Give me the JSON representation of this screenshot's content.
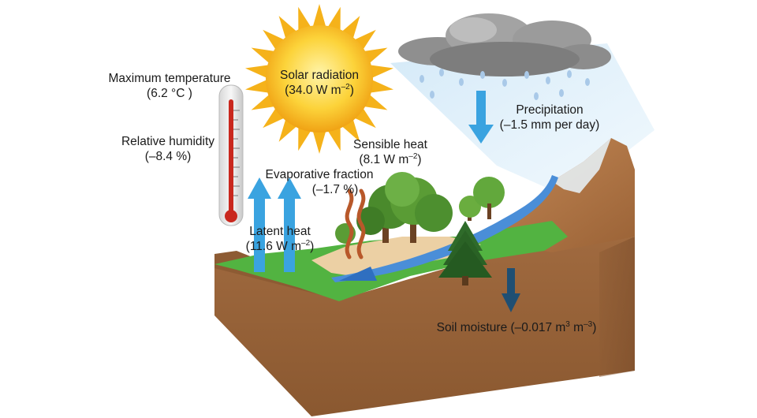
{
  "labels": {
    "max_temp": {
      "title": "Maximum temperature",
      "value": "(6.2 °C )"
    },
    "humidity": {
      "title": "Relative humidity",
      "value": "(–8.4 %)"
    },
    "solar": {
      "title": "Solar radiation",
      "value_num": "(34.0 W m",
      "value_exp": "–2",
      "value_end": ")"
    },
    "precip": {
      "title": "Precipitation",
      "value": "(–1.5 mm per day)"
    },
    "sensible": {
      "title": "Sensible heat",
      "value_num": "(8.1 W m",
      "value_exp": "–2",
      "value_end": ")"
    },
    "evap": {
      "title": "Evaporative fraction",
      "value": "(–1.7 %)"
    },
    "latent": {
      "title": "Latent heat",
      "value_num": "(11.6 W m",
      "value_exp": "–2",
      "value_end": ")"
    },
    "soil": {
      "prefix": "Soil moisture (–0.017 m",
      "exp1": "3",
      "mid": " m",
      "exp2": "–3",
      "end": ")"
    }
  },
  "colors": {
    "soil_side": "#8a5a34",
    "soil_front": "#9c6a40",
    "grass": "#4caf3f",
    "sand": "#e8c89c",
    "mountain": "#b57b4c",
    "water": "#4a8ed8",
    "arrow_blue": "#3aa3e0",
    "arrow_dark": "#1f4f73",
    "sun": "#f7b81d",
    "heat_wave": "#b8582a",
    "cloud": "#9a9a9a",
    "rain_beam": "#d6ecfa"
  }
}
